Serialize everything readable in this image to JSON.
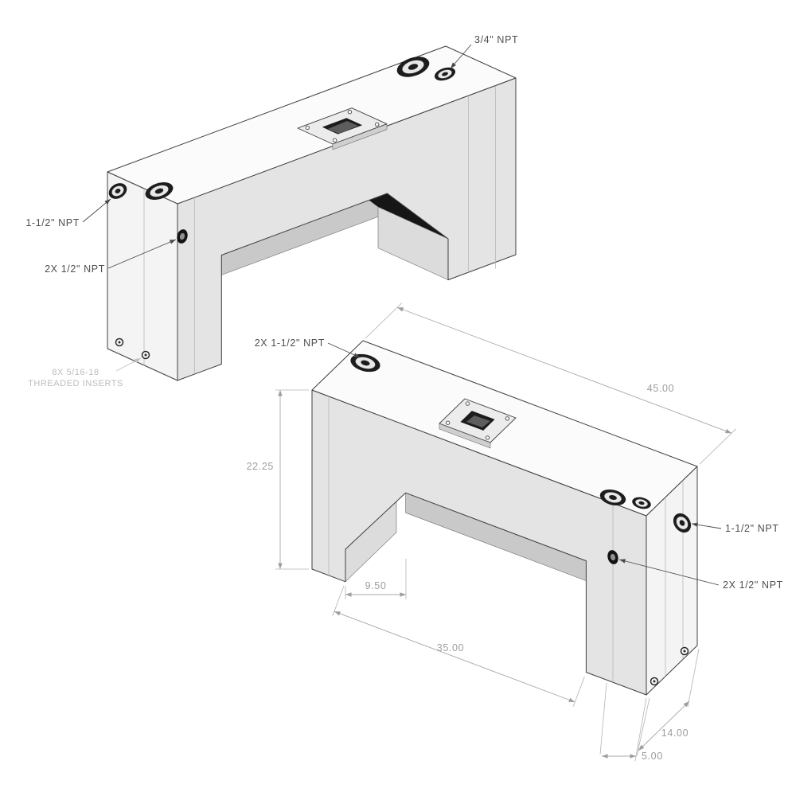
{
  "drawing": {
    "background": "#ffffff",
    "line_color": "#3f3f3f",
    "dim_color": "#9d9d9d",
    "upper_view": {
      "labels": {
        "npt_34": "3/4\" NPT",
        "npt_112": "1-1/2\" NPT",
        "npt_2x12": "2X 1/2\" NPT",
        "inserts_line1": "8X 5/16-18",
        "inserts_line2": "THREADED INSERTS"
      }
    },
    "lower_view": {
      "labels": {
        "npt_2x112": "2X 1-1/2\" NPT",
        "npt_112": "1-1/2\" NPT",
        "npt_2x12": "2X 1/2\" NPT"
      },
      "dims": {
        "length": "45.00",
        "height": "22.25",
        "leg": "9.50",
        "span": "35.00",
        "depth": "14.00",
        "inset": "5.00"
      }
    }
  }
}
